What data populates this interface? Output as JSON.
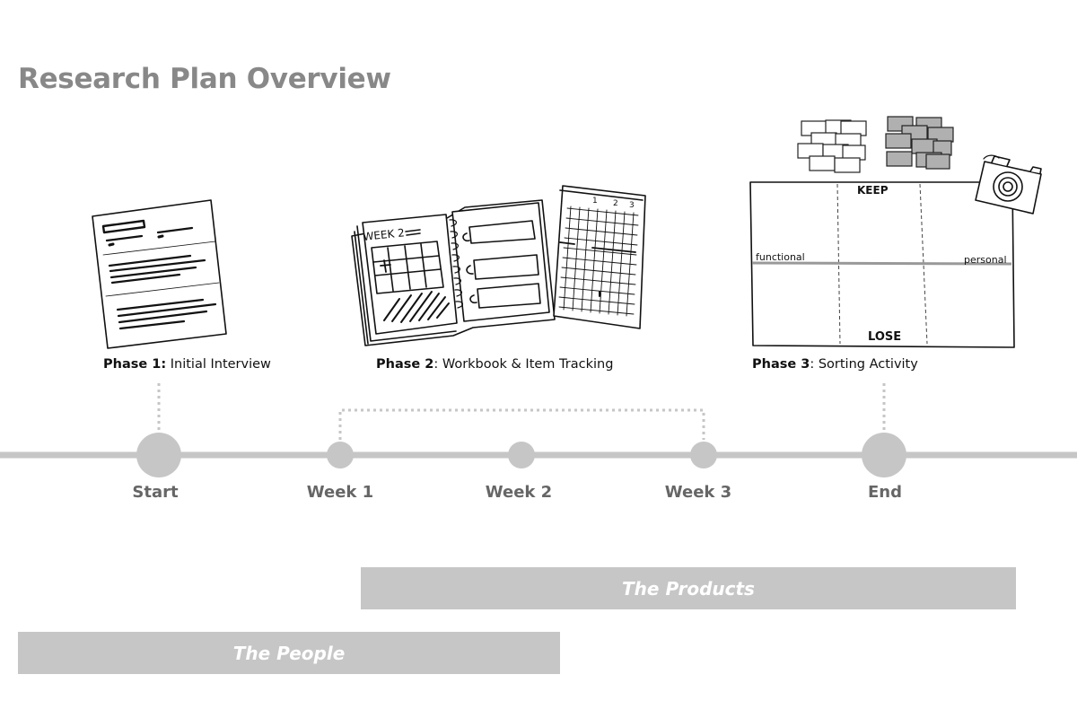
{
  "title": "Research Plan Overview",
  "phases": [
    {
      "prefix": "Phase 1:",
      "name": "Initial Interview"
    },
    {
      "prefix": "Phase 2",
      "name": ": Workbook & Item Tracking"
    },
    {
      "prefix": "Phase 3",
      "name": ": Sorting Activity"
    }
  ],
  "timeline": [
    {
      "label": "Start"
    },
    {
      "label": "Week 1"
    },
    {
      "label": "Week 2"
    },
    {
      "label": "Week 3"
    },
    {
      "label": "End"
    }
  ],
  "bands": [
    {
      "label": "The Products"
    },
    {
      "label": "The People"
    }
  ],
  "sketch_text": {
    "workbook_week": "WEEK 2",
    "grid_numbers": [
      "1",
      "2",
      "3"
    ],
    "keep": "KEEP",
    "lose": "LOSE",
    "functional": "functional",
    "personal": "personal"
  },
  "colors": {
    "timeline": "#c6c6c6",
    "title": "#888888",
    "node_label": "#666666",
    "band": "#c6c6c6"
  }
}
